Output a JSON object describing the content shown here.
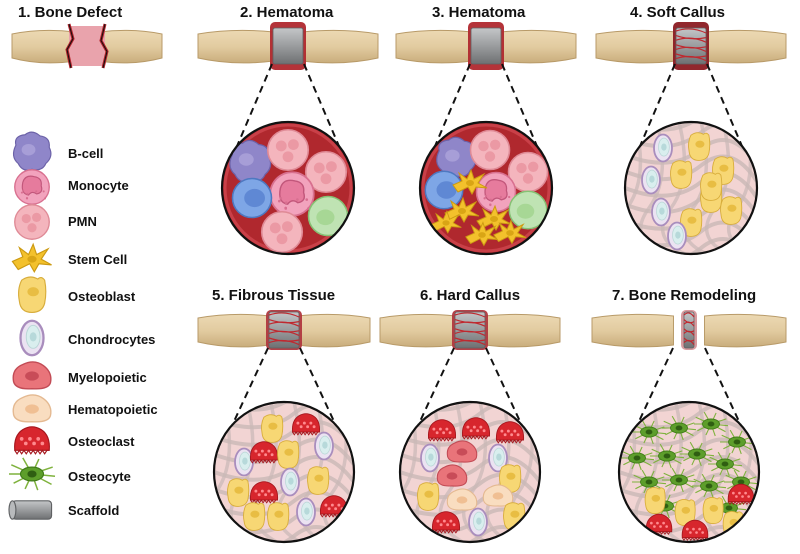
{
  "stages": [
    {
      "key": "defect",
      "title": "1. Bone Defect"
    },
    {
      "key": "hematoma1",
      "title": "2. Hematoma"
    },
    {
      "key": "hematoma2",
      "title": "3. Hematoma"
    },
    {
      "key": "soft",
      "title": "4. Soft Callus"
    },
    {
      "key": "fibrous",
      "title": "5. Fibrous Tissue"
    },
    {
      "key": "hard",
      "title": "6. Hard Callus"
    },
    {
      "key": "remodel",
      "title": "7. Bone Remodeling"
    }
  ],
  "legend": [
    {
      "key": "bcell",
      "label": "B-cell"
    },
    {
      "key": "monocyte",
      "label": "Monocyte"
    },
    {
      "key": "pmn",
      "label": "PMN"
    },
    {
      "key": "stem",
      "label": "Stem Cell"
    },
    {
      "key": "osteoblast",
      "label": "Osteoblast"
    },
    {
      "key": "chondro",
      "label": "Chondrocytes"
    },
    {
      "key": "myelo",
      "label": "Myelopoietic"
    },
    {
      "key": "hemato",
      "label": "Hematopoietic"
    },
    {
      "key": "osteoclast",
      "label": "Osteoclast"
    },
    {
      "key": "osteocyte",
      "label": "Osteocyte"
    },
    {
      "key": "scaffold",
      "label": "Scaffold"
    }
  ],
  "colors": {
    "bone": "#e2cba0",
    "bone_edge": "#b89a68",
    "blood": "#b0282e",
    "blood_light": "#c94048",
    "tissue": "#f2d4d3",
    "fiber": "#c9b8b6",
    "scaffold": "#9a9c9e"
  }
}
